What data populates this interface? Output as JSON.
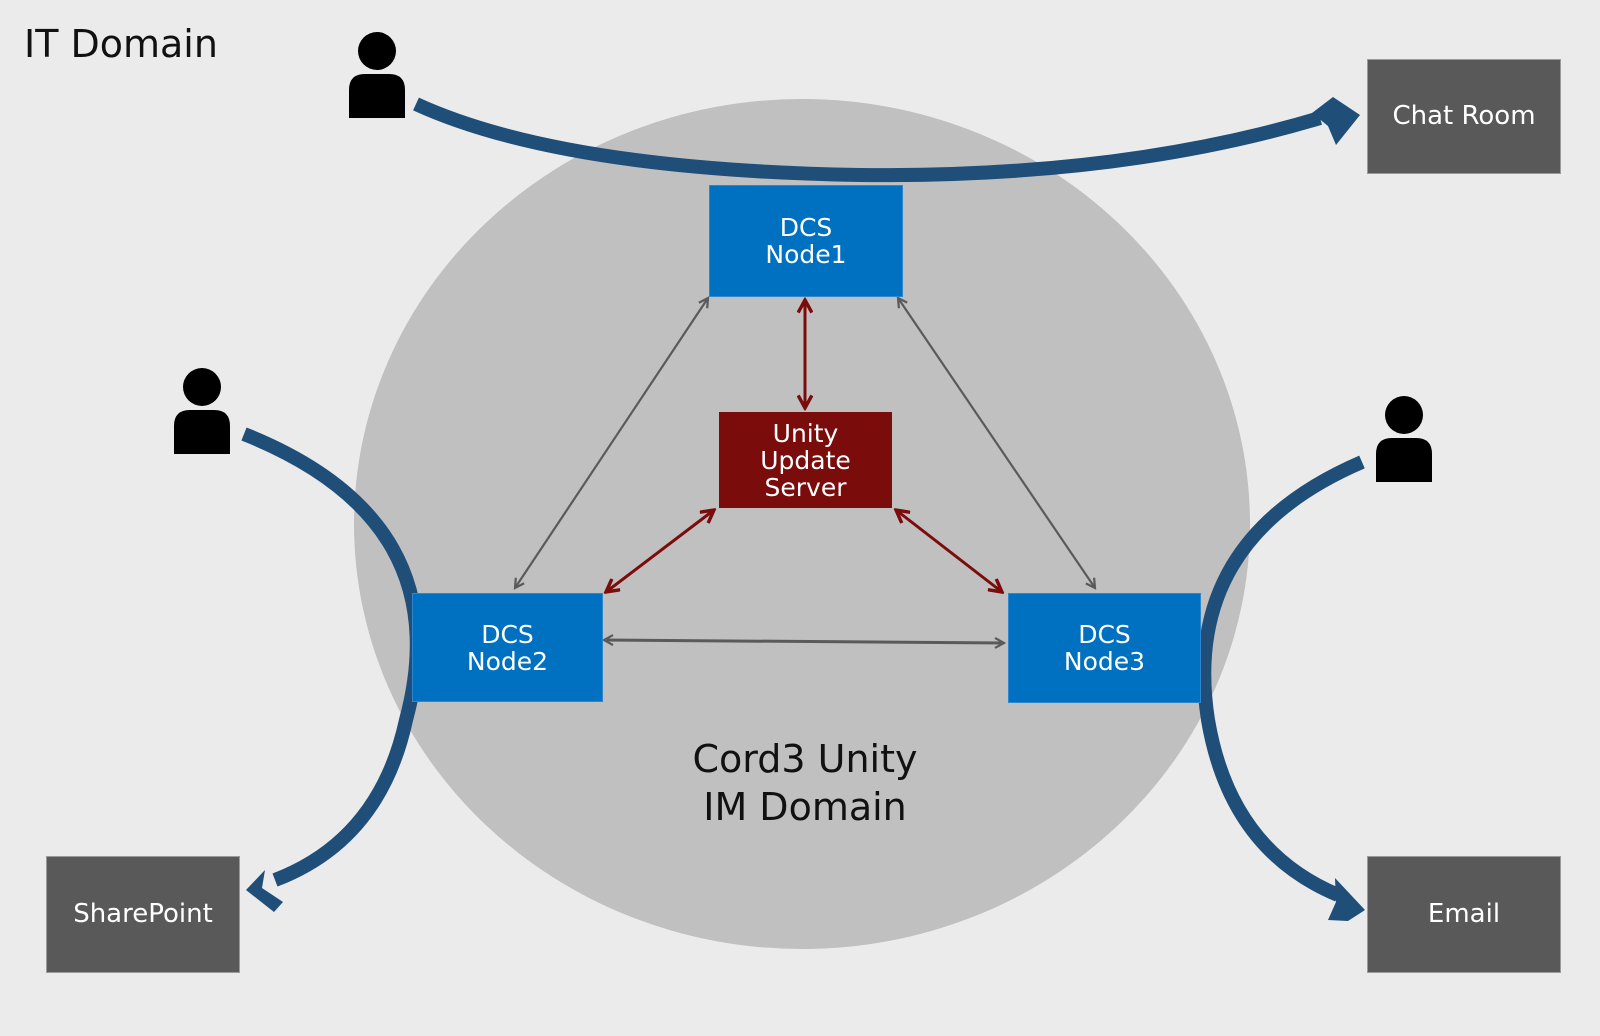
{
  "diagram": {
    "outer_domain_label": "IT Domain",
    "inner_domain_label": "Cord3 Unity\nIM Domain",
    "nodes": [
      {
        "id": "node1",
        "label": "DCS\nNode1",
        "type": "dcs-node"
      },
      {
        "id": "node2",
        "label": "DCS\nNode2",
        "type": "dcs-node"
      },
      {
        "id": "node3",
        "label": "DCS\nNode3",
        "type": "dcs-node"
      },
      {
        "id": "server",
        "label": "Unity\nUpdate\nServer",
        "type": "update-server"
      }
    ],
    "external_systems": [
      {
        "id": "chat",
        "label": "Chat Room"
      },
      {
        "id": "sharepoint",
        "label": "SharePoint"
      },
      {
        "id": "email",
        "label": "Email"
      }
    ],
    "users": [
      {
        "id": "user-top",
        "icon": "user-icon",
        "flows_to": "chat"
      },
      {
        "id": "user-left",
        "icon": "user-icon",
        "flows_to": "sharepoint"
      },
      {
        "id": "user-right",
        "icon": "user-icon",
        "flows_to": "email"
      }
    ],
    "links": [
      {
        "from": "node1",
        "to": "node2",
        "kind": "peer",
        "bidirectional": true
      },
      {
        "from": "node1",
        "to": "node3",
        "kind": "peer",
        "bidirectional": true
      },
      {
        "from": "node2",
        "to": "node3",
        "kind": "peer",
        "bidirectional": true
      },
      {
        "from": "server",
        "to": "node1",
        "kind": "update",
        "bidirectional": true
      },
      {
        "from": "server",
        "to": "node2",
        "kind": "update",
        "bidirectional": true
      },
      {
        "from": "server",
        "to": "node3",
        "kind": "update",
        "bidirectional": true
      }
    ],
    "colors": {
      "background": "#ebebeb",
      "im_domain": "#c0c0c0",
      "dcs_node": "#0070c0",
      "update_server": "#7b0c0c",
      "external_system": "#595959",
      "user_flow": "#1f4e79",
      "peer_link": "#5a5a5a",
      "update_link": "#7b0c0c"
    }
  }
}
